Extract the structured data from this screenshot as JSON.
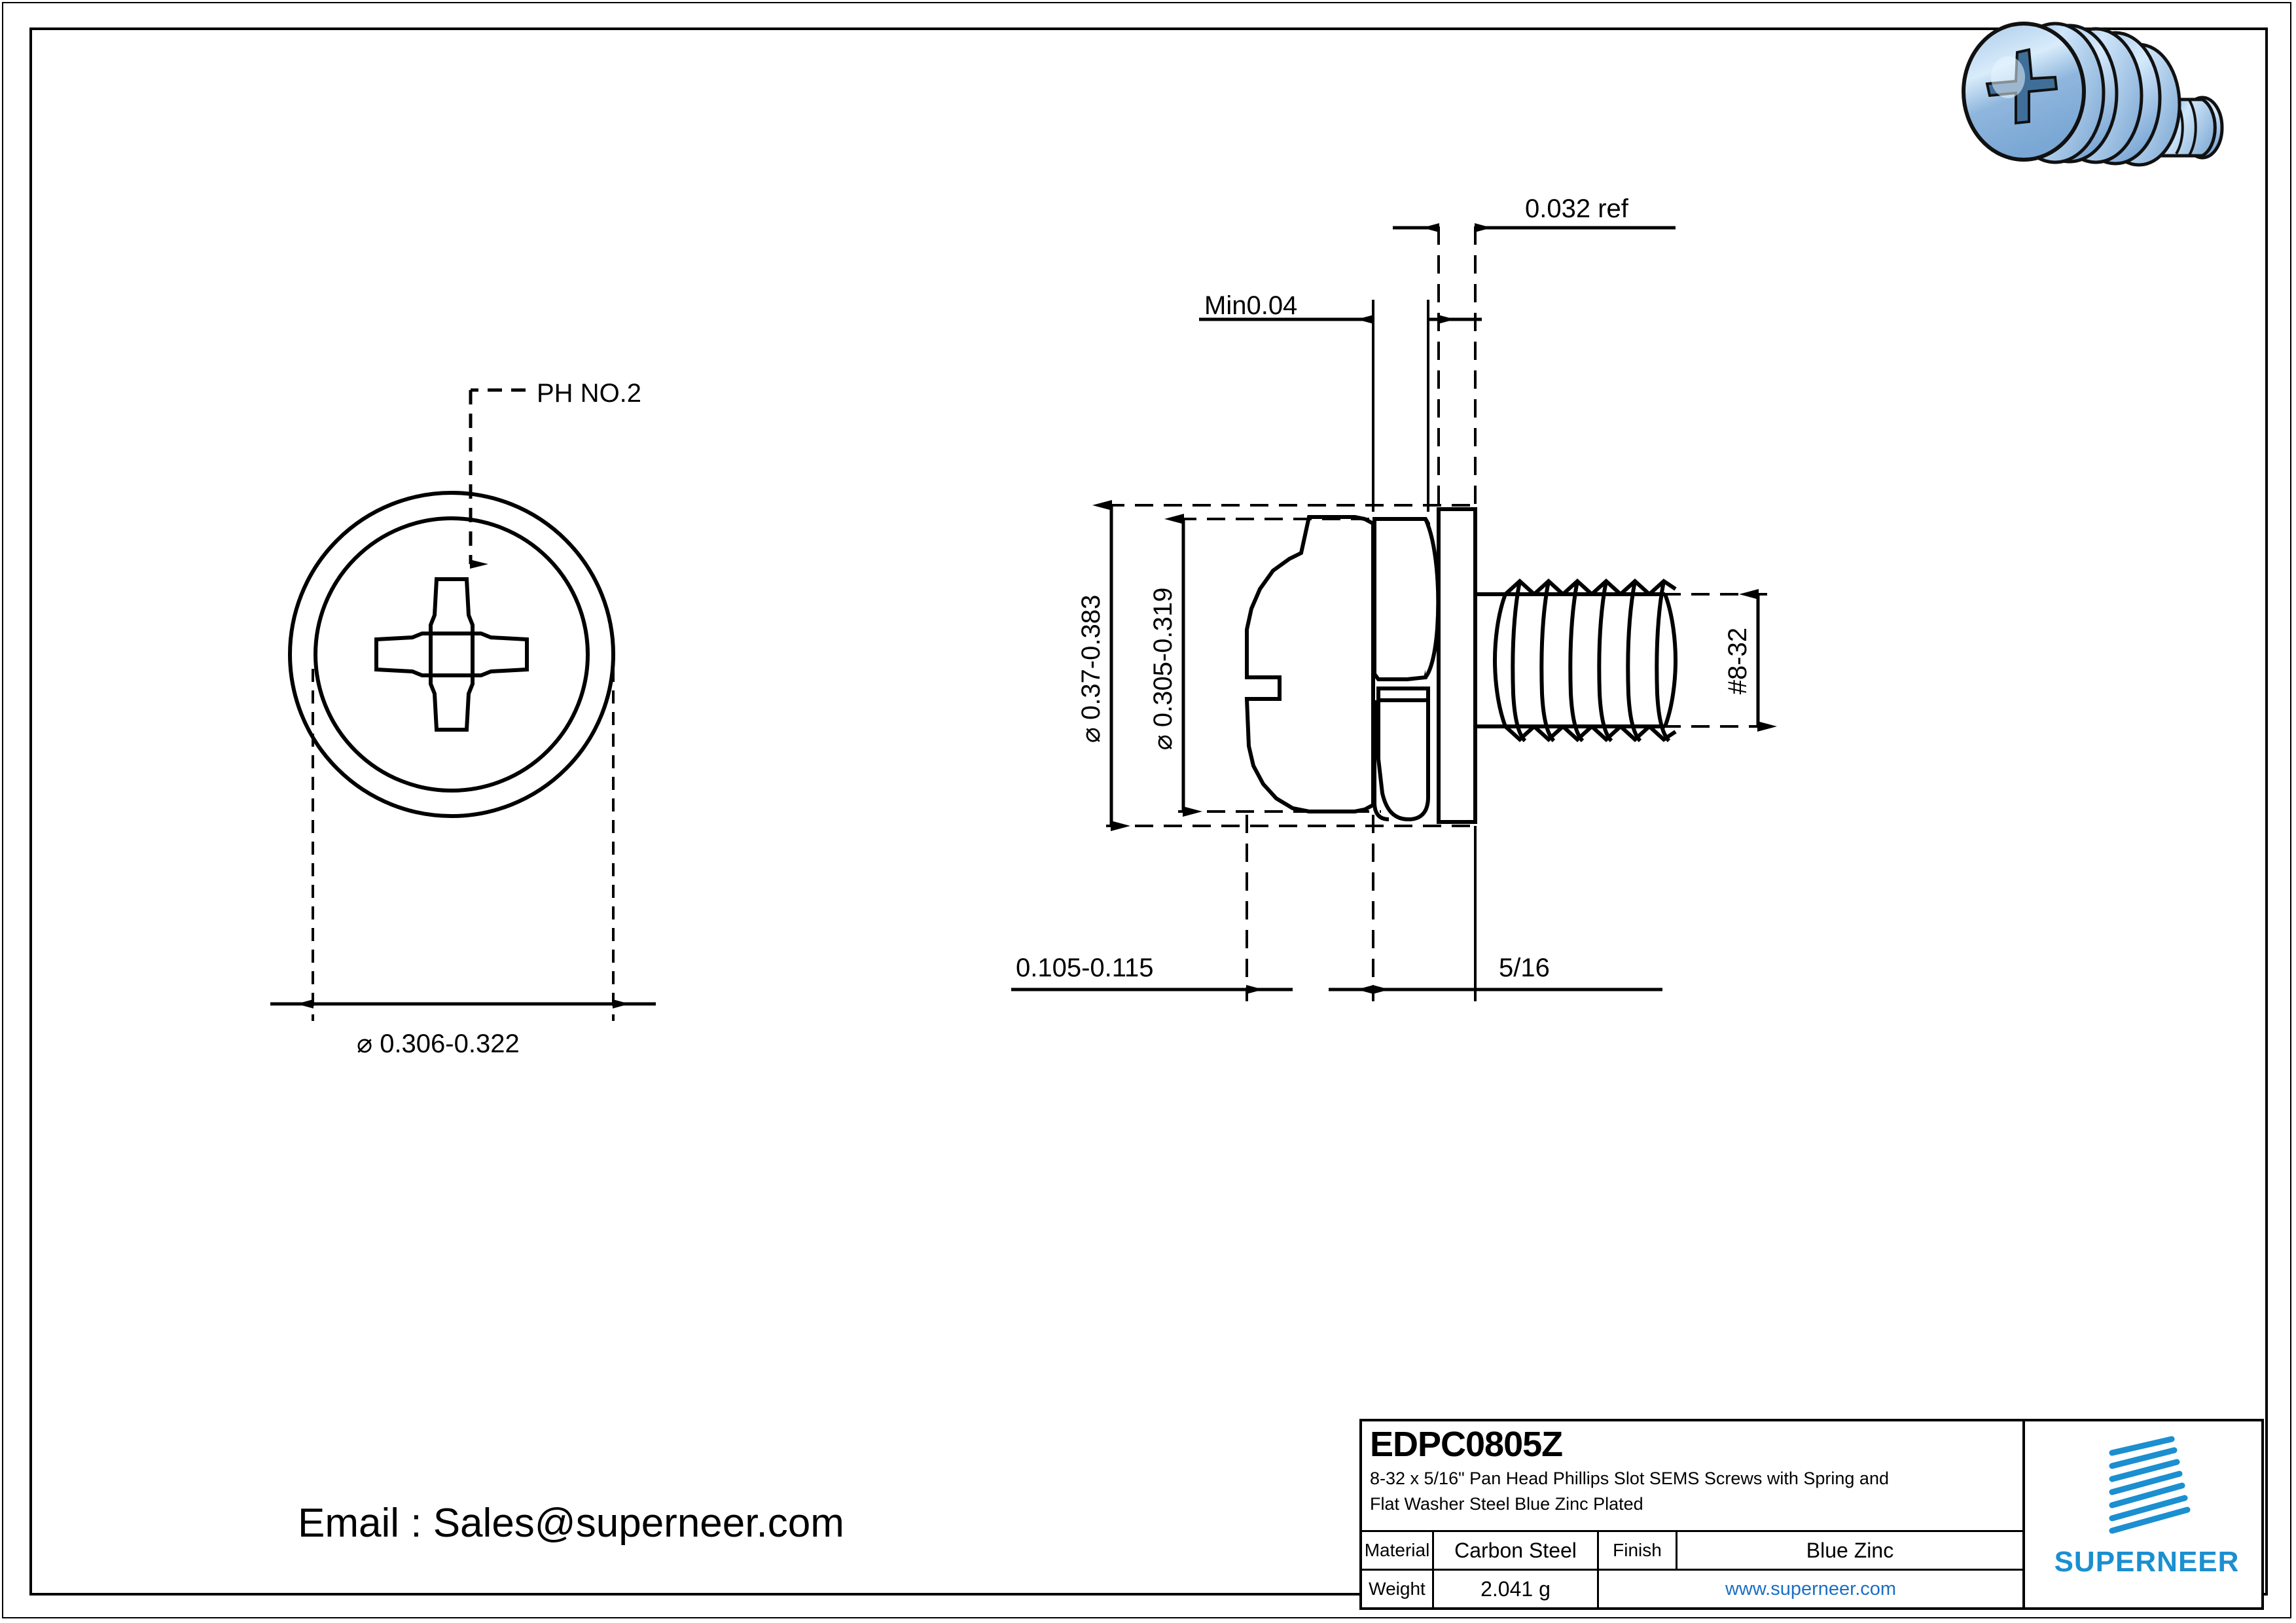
{
  "drawing": {
    "front_view": {
      "callout_ph": "PH NO.2",
      "dim_head_diameter": "⌀ 0.306-0.322"
    },
    "side_view": {
      "dim_top_ref": "0.032 ref",
      "dim_min": "Min0.04",
      "dim_outer_diameter": "⌀ 0.37-0.383",
      "dim_head_diameter": "⌀ 0.305-0.319",
      "dim_thread_size": "#8-32",
      "dim_head_height": "0.105-0.115",
      "dim_thread_length": "5/16"
    }
  },
  "contact": {
    "email_line": "Email : Sales@superneer.com"
  },
  "title_block": {
    "part_code": "EDPC0805Z",
    "description_line1": "8-32 x 5/16\" Pan Head Phillips Slot SEMS Screws with Spring and",
    "description_line2": "Flat Washer Steel Blue Zinc Plated",
    "material_label": "Material",
    "material_value": "Carbon Steel",
    "finish_label": "Finish",
    "finish_value": "Blue Zinc",
    "weight_label": "Weight",
    "weight_value": "2.041 g",
    "website": "www.superneer.com",
    "brand_name": "SUPERNEER",
    "brand_color": "#1b8fd0",
    "link_color": "#1a6fc4"
  }
}
